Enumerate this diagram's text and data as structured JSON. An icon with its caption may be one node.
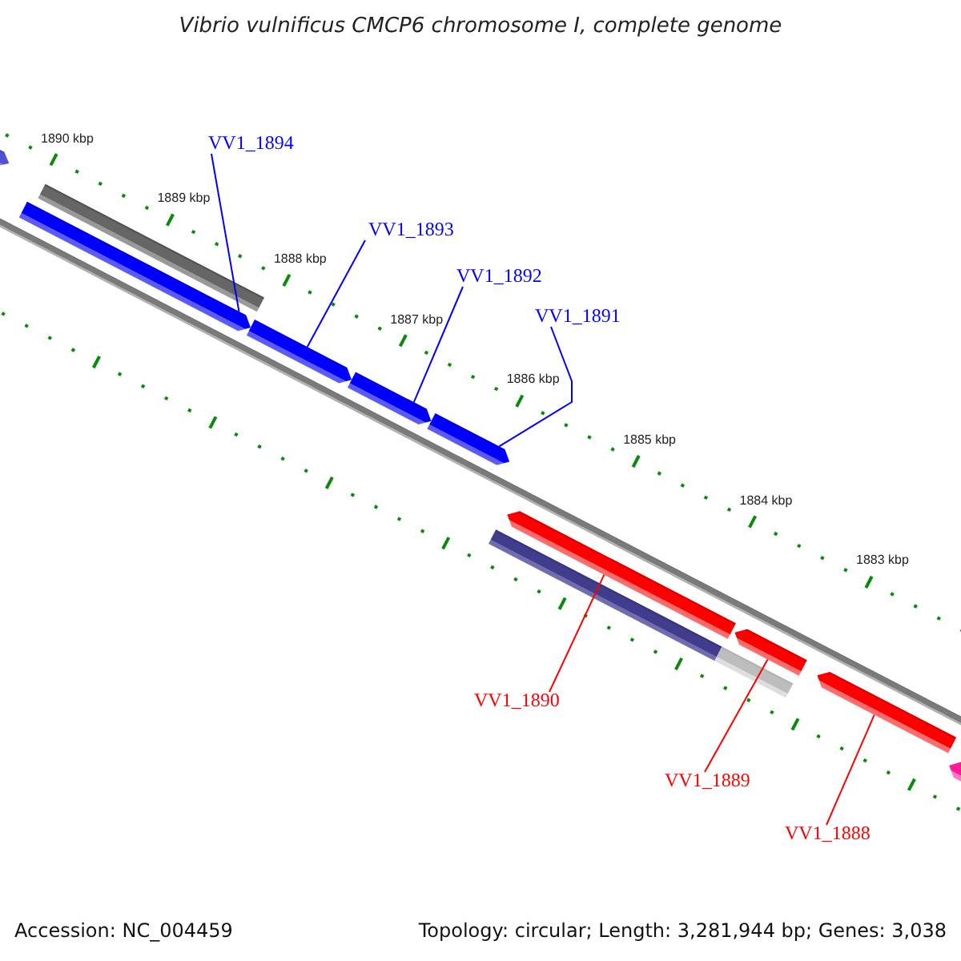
{
  "diagram": {
    "title": "Vibrio vulnificus CMCP6 chromosome I, complete genome",
    "nodes": [
      {
        "text": [
          "VV1_1894"
        ]
      },
      {
        "text": [
          "VV1_1893"
        ]
      },
      {
        "text": [
          "VV1_1892"
        ]
      },
      {
        "text": [
          "VV1_1891"
        ]
      },
      {
        "text": [
          "VV1_1890"
        ]
      },
      {
        "text": [
          "VV1_1889"
        ]
      },
      {
        "text": [
          "VV1_1888"
        ]
      },
      {
        "text": [],
        "shape": "bar"
      },
      {
        "text": [],
        "shape": "bar"
      },
      {
        "text": [],
        "shape": "bar"
      },
      {
        "text": [],
        "shape": "bar"
      },
      {
        "text": [],
        "shape": "bar"
      },
      {
        "text": [],
        "shape": "bar"
      },
      {
        "text": [],
        "shape": "bar"
      },
      {
        "text": [],
        "shape": "bar"
      },
      {
        "text": [],
        "shape": "bar"
      },
      {
        "text": [],
        "shape": "bar"
      },
      {
        "text": [],
        "shape": "bar"
      },
      {
        "text": [],
        "shape": "bar"
      }
    ],
    "edges": [
      {
        "from": 0,
        "to": 7,
        "arrow": "none"
      },
      {
        "from": 1,
        "to": 8,
        "arrow": "none"
      },
      {
        "from": 2,
        "to": 9,
        "arrow": "none"
      },
      {
        "from": 3,
        "to": 10,
        "arrow": "none"
      },
      {
        "from": 4,
        "to": 11,
        "arrow": "none",
        "color": "#ff0000"
      },
      {
        "from": 5,
        "to": 12,
        "arrow": "none",
        "color": "#ff0000"
      },
      {
        "from": 6,
        "to": 13,
        "arrow": "none",
        "color": "#ff0000"
      }
    ],
    "labels": [
      "1890 kbp",
      "1889 kbp",
      "1888 kbp",
      "1887 kbp",
      "1886 kbp",
      "1885 kbp",
      "1884 kbp",
      "1883 kbp",
      "Accession: NC_004459",
      "Topology: circular; Length: 3,281,944 bp; Genes: 3,038"
    ]
  }
}
